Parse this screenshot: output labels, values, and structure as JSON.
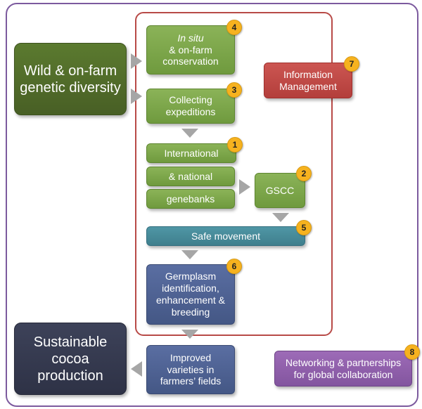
{
  "nodes": {
    "wild": "Wild & on-farm genetic diversity",
    "insitu_italic": "In situ",
    "insitu_rest": "& on-farm conservation",
    "collecting": "Collecting expeditions",
    "international": "International",
    "national": "& national",
    "genebanks": "genebanks",
    "gscc": "GSCC",
    "safe": "Safe movement",
    "germplasm": "Germplasm identification, enhancement & breeding",
    "improved": "Improved varieties in farmers’ fields",
    "sustainable": "Sustainable cocoa production",
    "info": "Information Management",
    "network": "Networking & partnerships for global collaboration"
  },
  "badges": {
    "b1": "1",
    "b2": "2",
    "b3": "3",
    "b4": "4",
    "b5": "5",
    "b6": "6",
    "b7": "7",
    "b8": "8"
  },
  "colors": {
    "outer_frame": "#7c5a9e",
    "inner_frame": "#b84a47",
    "green": "#7aa548",
    "dark_green": "#526e2a",
    "teal": "#468b99",
    "navy": "#4f6294",
    "dark_navy": "#363a4f",
    "red": "#bf4a47",
    "purple": "#8f5fab",
    "badge": "#f6b21f",
    "arrow": "#a6a6a6"
  }
}
